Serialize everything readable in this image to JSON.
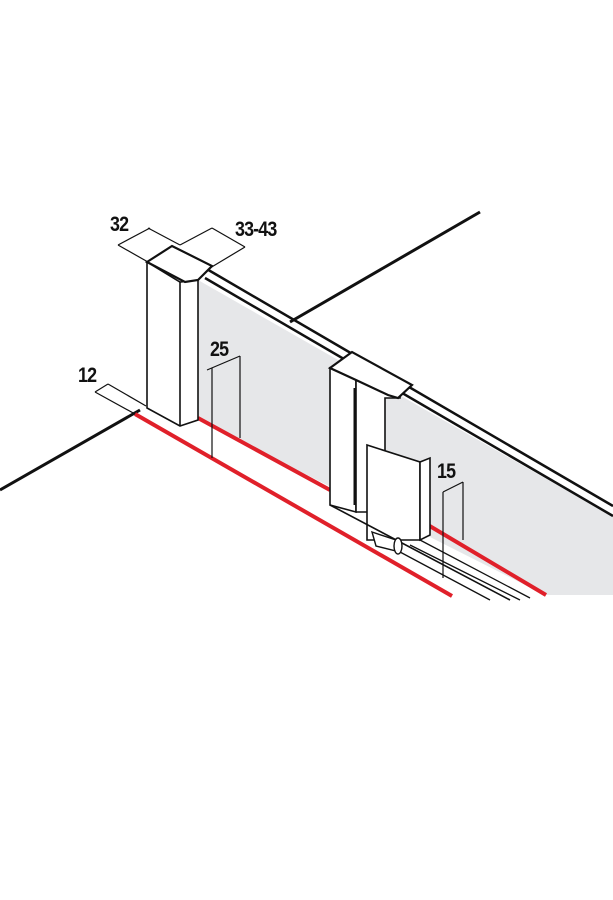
{
  "dimensions": {
    "d32": "32",
    "d33_43": "33-43",
    "d25": "25",
    "d12": "12",
    "d15": "15"
  },
  "colors": {
    "accent_line": "#e0202a",
    "panel": "#e6e7e9",
    "ink": "#111111"
  }
}
